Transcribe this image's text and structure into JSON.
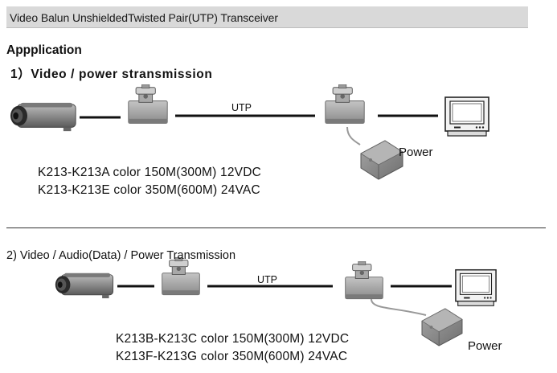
{
  "header": {
    "title": "Video Balun UnshieldedTwisted Pair(UTP) Transceiver"
  },
  "heading": "Appplication",
  "sections": [
    {
      "title": "1）Video / power stransmission",
      "cable_label": "UTP",
      "power_label": "Power",
      "specs": [
        "K213-K213A color 150M(300M) 12VDC",
        "K213-K213E color 350M(600M) 24VAC"
      ]
    },
    {
      "title": "2) Video / Audio(Data) / Power Transmission",
      "cable_label": "UTP",
      "power_label": "Power",
      "specs": [
        "K213B-K213C color 150M(300M)  12VDC",
        "K213F-K213G color 350M(600M)   24VAC"
      ]
    }
  ],
  "icons": {
    "camera": "cctv-camera-icon",
    "transceiver": "video-balun-icon",
    "power_adapter": "power-adapter-icon",
    "monitor": "crt-monitor-icon"
  },
  "colors": {
    "title_bar": "#d9d9d9",
    "device_gray": "#9a9a9a",
    "cable": "#111111"
  }
}
